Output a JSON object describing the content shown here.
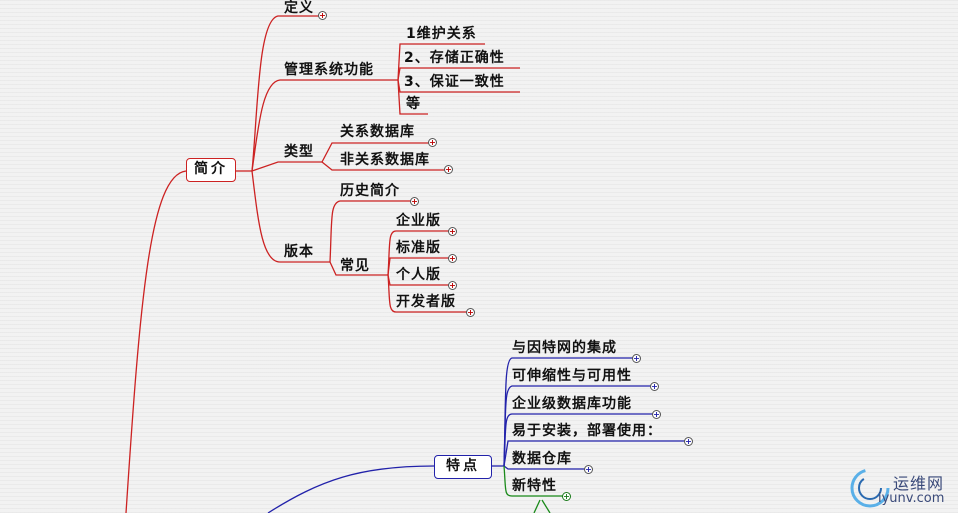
{
  "colors": {
    "red": "#cc2222",
    "blue": "#2222aa",
    "green": "#1a8a1a"
  },
  "branch_intro": {
    "label": "简介",
    "definition": "定义",
    "mgmt": {
      "label": "管理系统功能",
      "items": [
        "1维护关系",
        "2、存储正确性",
        "3、保证一致性",
        "等"
      ]
    },
    "types": {
      "label": "类型",
      "items": [
        "关系数据库",
        "非关系数据库"
      ]
    },
    "versions": {
      "label": "版本",
      "history": "历史简介",
      "common": {
        "label": "常见",
        "items": [
          "企业版",
          "标准版",
          "个人版",
          "开发者版"
        ]
      }
    }
  },
  "branch_features": {
    "label": "特点",
    "items": [
      "与因特网的集成",
      "可伸缩性与可用性",
      "企业级数据库功能",
      "易于安装，部署使用：",
      "数据仓库",
      "新特性"
    ]
  },
  "watermark": {
    "cn": "运维网",
    "en": "iyunv.com"
  }
}
